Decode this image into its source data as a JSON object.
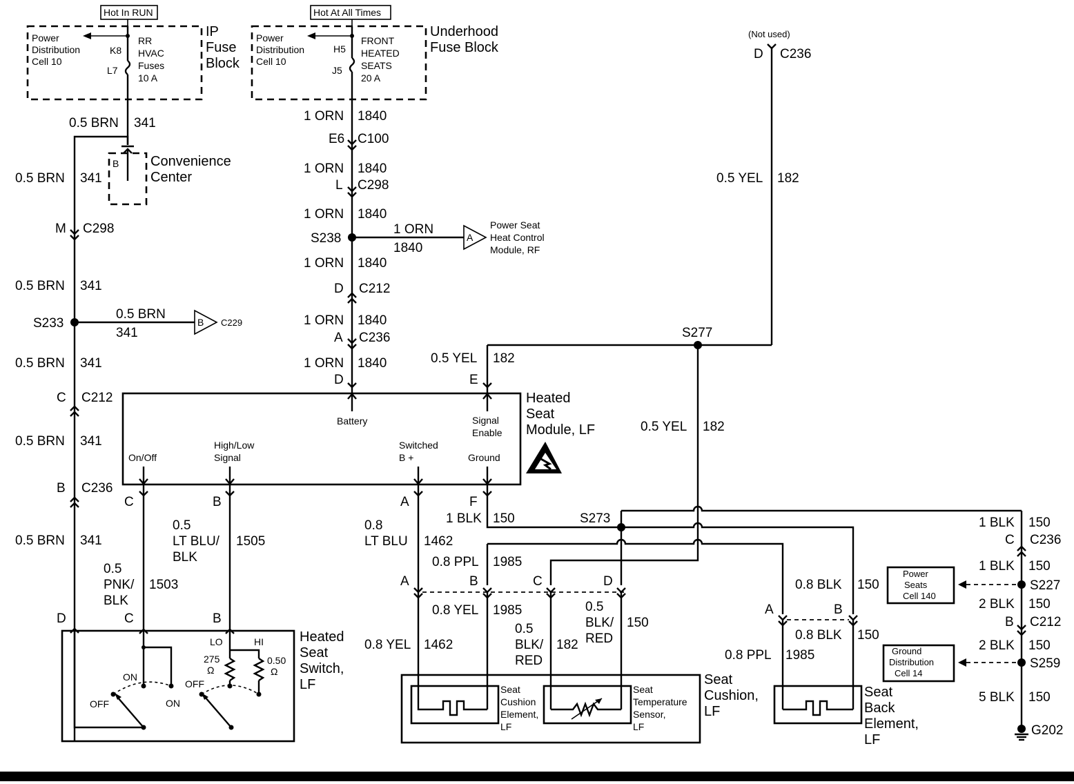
{
  "boxes": {
    "ip_fuse_header": "Hot In RUN",
    "uh_fuse_header": "Hot At All Times",
    "ip_fuse_block": {
      "l1": "IP",
      "l2": "Fuse",
      "l3": "Block",
      "pd1": "Power",
      "pd2": "Distribution",
      "pd3": "Cell 10",
      "fuse1": "RR",
      "fuse2": "HVAC",
      "fuse3": "Fuses",
      "fuse4": "10 A",
      "pin_in": "K8",
      "pin_out": "L7"
    },
    "uh_fuse_block": {
      "l1": "Underhood",
      "l2": "Fuse Block",
      "pd1": "Power",
      "pd2": "Distribution",
      "pd3": "Cell 10",
      "fuse1": "FRONT",
      "fuse2": "HEATED",
      "fuse3": "SEATS",
      "fuse4": "20 A",
      "pin_in": "H5",
      "pin_out": "J5"
    },
    "convenience": {
      "l1": "Convenience",
      "l2": "Center",
      "pin": "B"
    },
    "hsm": {
      "l1": "Heated",
      "l2": "Seat",
      "l3": "Module, LF",
      "battery": "Battery",
      "sig1": "Signal",
      "sig2": "Enable",
      "onoff": "On/Off",
      "hl1": "High/Low",
      "hl2": "Signal",
      "sw1": "Switched",
      "sw2": "B +",
      "gnd": "Ground"
    },
    "switch": {
      "l1": "Heated",
      "l2": "Seat",
      "l3": "Switch,",
      "l4": "LF",
      "lo": "LO",
      "hi": "HI",
      "r1a": "275",
      "r1b": "Ω",
      "r2a": "0.50",
      "r2b": "Ω",
      "on1": "ON",
      "off1": "OFF",
      "on2": "ON",
      "off2": "OFF",
      "pinD": "D",
      "pinC": "C",
      "pinB": "B"
    },
    "cushion": {
      "l1": "Seat",
      "l2": "Cushion,",
      "l3": "LF",
      "el1": "Seat",
      "el2": "Cushion",
      "el3": "Element,",
      "el4": "LF",
      "ts1": "Seat",
      "ts2": "Temperature",
      "ts3": "Sensor,",
      "ts4": "LF"
    },
    "back": {
      "l1": "Seat",
      "l2": "Back",
      "l3": "Element,",
      "l4": "LF"
    },
    "rf_ref": {
      "l1": "Power Seat",
      "l2": "Heat Control",
      "l3": "Module, RF",
      "pin": "A"
    },
    "c229_ref": {
      "pin": "B",
      "label": "C229"
    },
    "power_seats": {
      "l1": "Power",
      "l2": "Seats",
      "l3": "Cell 140"
    },
    "ground_dist": {
      "l1": "Ground",
      "l2": "Distribution",
      "l3": "Cell 14"
    }
  },
  "wires": {
    "w341a": {
      "g": "0.5 BRN",
      "n": "341"
    },
    "w341b": {
      "g": "0.5 BRN",
      "n": "341"
    },
    "w341c": {
      "g": "0.5 BRN",
      "n": "341"
    },
    "w341d": {
      "g": "0.5 BRN",
      "n": "341"
    },
    "w341e": {
      "g": "0.5 BRN",
      "n": "341"
    },
    "w341f": {
      "g": "0.5 BRN",
      "n": "341"
    },
    "w341g": {
      "g": "0.5 BRN",
      "n": "341"
    },
    "w341br": {
      "g": "0.5 BRN",
      "n": "341"
    },
    "w1840a": {
      "g": "1 ORN",
      "n": "1840"
    },
    "w1840b": {
      "g": "1 ORN",
      "n": "1840"
    },
    "w1840c": {
      "g": "1 ORN",
      "n": "1840"
    },
    "w1840d": {
      "g": "1 ORN",
      "n": "1840"
    },
    "w1840e": {
      "g": "1 ORN",
      "n": "1840"
    },
    "w1840f": {
      "g": "1 ORN",
      "n": "1840"
    },
    "w1840br": {
      "g": "1 ORN",
      "n": "1840"
    },
    "w182a": {
      "g": "0.5 YEL",
      "n": "182"
    },
    "w182b": {
      "g": "0.5 YEL",
      "n": "182"
    },
    "w182c": {
      "g": "0.5 YEL",
      "n": "182"
    },
    "w1503": {
      "g1": "0.5",
      "g2": "PNK/",
      "g3": "BLK",
      "n": "1503"
    },
    "w1505": {
      "g1": "0.5",
      "g2": "LT BLU/",
      "g3": "BLK",
      "n": "1505"
    },
    "w1462a": {
      "g1": "0.8",
      "g2": "LT BLU",
      "n": "1462"
    },
    "w1462b": {
      "g": "0.8 YEL",
      "n": "1462"
    },
    "w150a": {
      "g": "1 BLK",
      "n": "150"
    },
    "w1985a": {
      "g": "0.8 PPL",
      "n": "1985"
    },
    "w1985b": {
      "g": "0.8 YEL",
      "n": "1985"
    },
    "w182d": {
      "g1": "0.5",
      "g2": "BLK/",
      "g3": "RED",
      "n": "182"
    },
    "w150b": {
      "g1": "0.5",
      "g2": "BLK/",
      "g3": "RED",
      "n": "150"
    },
    "w150c": {
      "g": "0.8 BLK",
      "n": "150"
    },
    "w150d": {
      "g": "0.8 BLK",
      "n": "150"
    },
    "w1985c": {
      "g": "0.8 PPL",
      "n": "1985"
    },
    "w150e": {
      "g": "1 BLK",
      "n": "150"
    },
    "w150f": {
      "g": "1 BLK",
      "n": "150"
    },
    "w150g": {
      "g": "2 BLK",
      "n": "150"
    },
    "w150h": {
      "g": "2 BLK",
      "n": "150"
    },
    "w150i": {
      "g": "5 BLK",
      "n": "150"
    }
  },
  "connectors": {
    "c298m": {
      "pin": "M",
      "name": "C298"
    },
    "c212c": {
      "pin": "C",
      "name": "C212"
    },
    "c236b": {
      "pin": "B",
      "name": "C236"
    },
    "e6": {
      "pin": "E6",
      "name": "C100"
    },
    "c298l": {
      "pin": "L",
      "name": "C298"
    },
    "c212d": {
      "pin": "D",
      "name": "C212"
    },
    "c236a": {
      "pin": "A",
      "name": "C236"
    },
    "c236d_top": {
      "pin": "D",
      "name": "C236",
      "note": "(Not used)"
    },
    "hsm_d": "D",
    "hsm_e": "E",
    "hsm_c": "C",
    "hsm_b": "B",
    "hsm_a": "A",
    "hsm_f": "F",
    "cush_a": "A",
    "cush_b": "B",
    "cush_c": "C",
    "cush_d": "D",
    "back_a": "A",
    "back_b": "B",
    "c236c": {
      "pin": "C",
      "name": "C236"
    },
    "c212b": {
      "pin": "B",
      "name": "C212"
    }
  },
  "splices": {
    "s233": "S233",
    "s238": "S238",
    "s277": "S277",
    "s273": "S273",
    "s227": "S227",
    "s259": "S259",
    "g202": "G202"
  }
}
